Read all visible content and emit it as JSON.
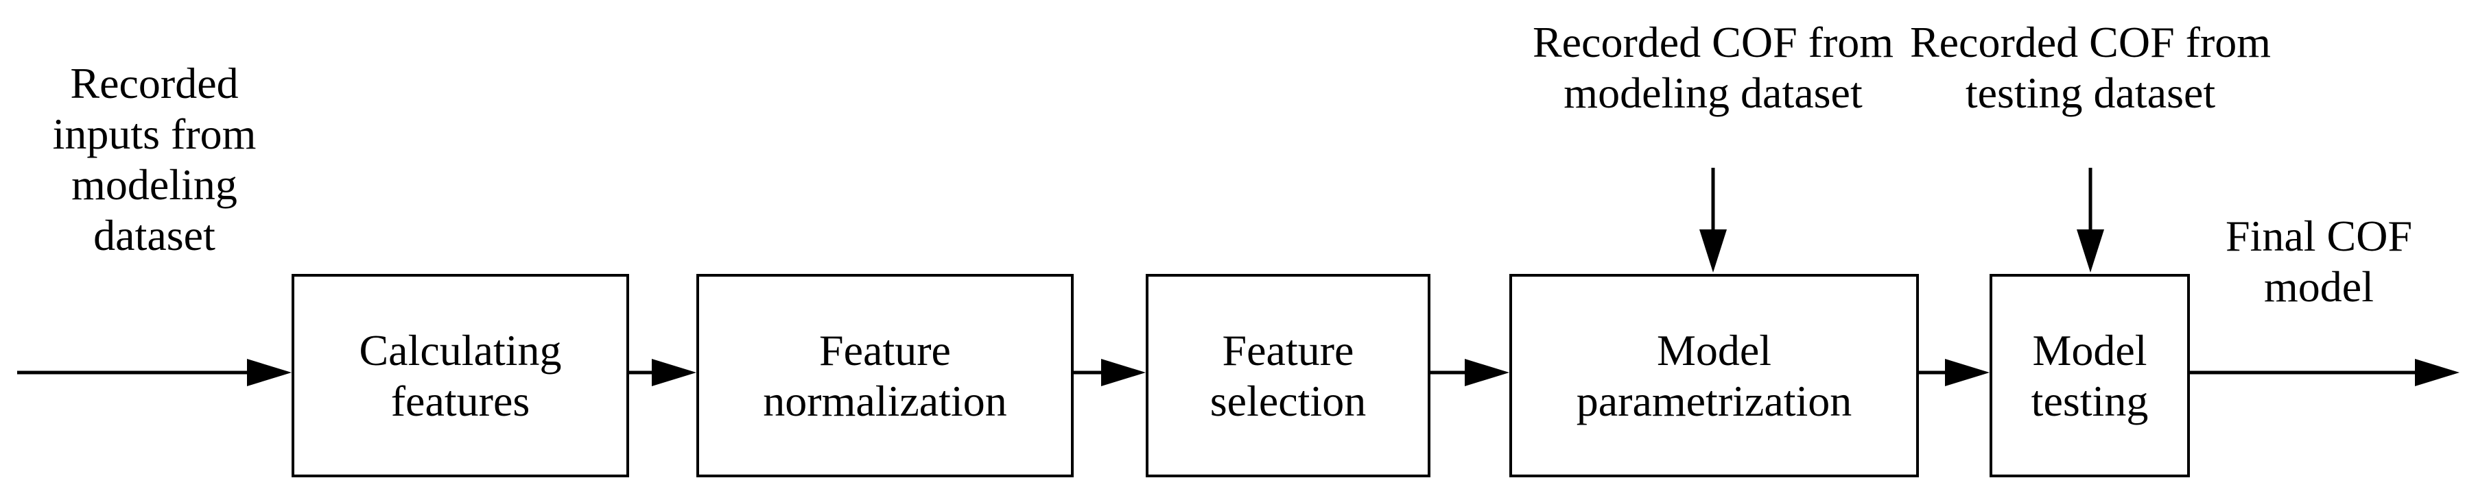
{
  "input": {
    "lines": [
      "Recorded",
      "inputs from",
      "modeling",
      "dataset"
    ]
  },
  "boxes": [
    {
      "id": "calculating-features",
      "lines": [
        "Calculating",
        "features"
      ]
    },
    {
      "id": "feature-normalization",
      "lines": [
        "Feature",
        "normalization"
      ]
    },
    {
      "id": "feature-selection",
      "lines": [
        "Feature",
        "selection"
      ]
    },
    {
      "id": "model-parametrization",
      "lines": [
        "Model",
        "parametrization"
      ]
    },
    {
      "id": "model-testing",
      "lines": [
        "Model",
        "testing"
      ]
    }
  ],
  "side_inputs": {
    "modeling": {
      "lines": [
        "Recorded COF from",
        "modeling dataset"
      ]
    },
    "testing": {
      "lines": [
        "Recorded COF from",
        "testing dataset"
      ]
    }
  },
  "output": {
    "lines": [
      "Final COF",
      "model"
    ]
  },
  "colors": {
    "stroke": "#000000",
    "background": "#ffffff"
  }
}
